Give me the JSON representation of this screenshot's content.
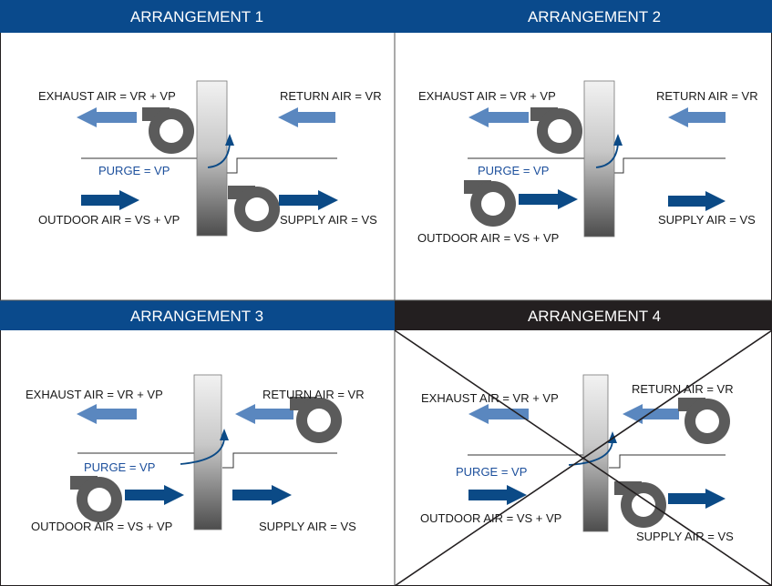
{
  "colors": {
    "header_blue": "#0a4a8c",
    "header_black": "#231f20",
    "arrow_dark": "#0b4a86",
    "arrow_light": "#5a87bf",
    "purge_text": "#1c4f9c",
    "fan": "#5b5b5b"
  },
  "panels": [
    {
      "title": "ARRANGEMENT 1",
      "exhaust": "EXHAUST AIR = VR + VP",
      "return": "RETURN AIR = VR",
      "purge": "PURGE = VP",
      "outdoor": "OUTDOOR AIR = VS + VP",
      "supply": "SUPPLY AIR = VS"
    },
    {
      "title": "ARRANGEMENT 2",
      "exhaust": "EXHAUST AIR = VR + VP",
      "return": "RETURN AIR = VR",
      "purge": "PURGE = VP",
      "outdoor": "OUTDOOR AIR = VS + VP",
      "supply": "SUPPLY AIR = VS"
    },
    {
      "title": "ARRANGEMENT 3",
      "exhaust": "EXHAUST AIR = VR + VP",
      "return": "RETURN AIR = VR",
      "purge": "PURGE = VP",
      "outdoor": "OUTDOOR AIR = VS + VP",
      "supply": "SUPPLY AIR = VS"
    },
    {
      "title": "ARRANGEMENT 4",
      "exhaust": "EXHAUST AIR = VR + VP",
      "return": "RETURN AIR = VR",
      "purge": "PURGE = VP",
      "outdoor": "OUTDOOR AIR = VS + VP",
      "supply": "SUPPLY AIR = VS"
    }
  ]
}
